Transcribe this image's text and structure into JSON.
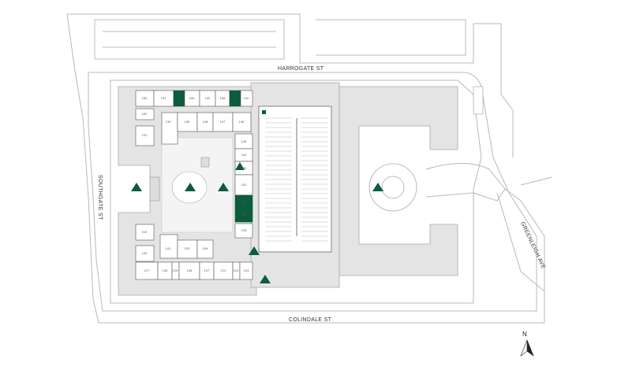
{
  "streets": {
    "north": "HARROGATE ST",
    "west": "SOUTHGATE ST",
    "east": "GREENLEIGH AVE",
    "south": "COLINDALE ST"
  },
  "compass": {
    "label": "N"
  },
  "colors": {
    "available": "#0d5c3b",
    "building": "#e4e4e4",
    "unit": "#ffffff"
  },
  "units": {
    "u153a": "153",
    "u134": "134",
    "u150": "150",
    "u132": "132",
    "u158": "158",
    "u140": "140",
    "u152": "152",
    "u131": "131",
    "u133": "133",
    "u138": "138",
    "u148": "148",
    "u147": "147",
    "u146": "146",
    "u145": "145",
    "u144": "144",
    "u153b": "153",
    "u142": "142",
    "u151": "151",
    "u149": "149",
    "u139": "139",
    "u115": "115",
    "u143": "143",
    "u141": "141",
    "u125": "125",
    "u106": "106",
    "u127": "127",
    "u130": "130",
    "u129": "129",
    "u128": "128",
    "u137": "137",
    "u123": "123",
    "u122": "122",
    "u124": "124"
  }
}
